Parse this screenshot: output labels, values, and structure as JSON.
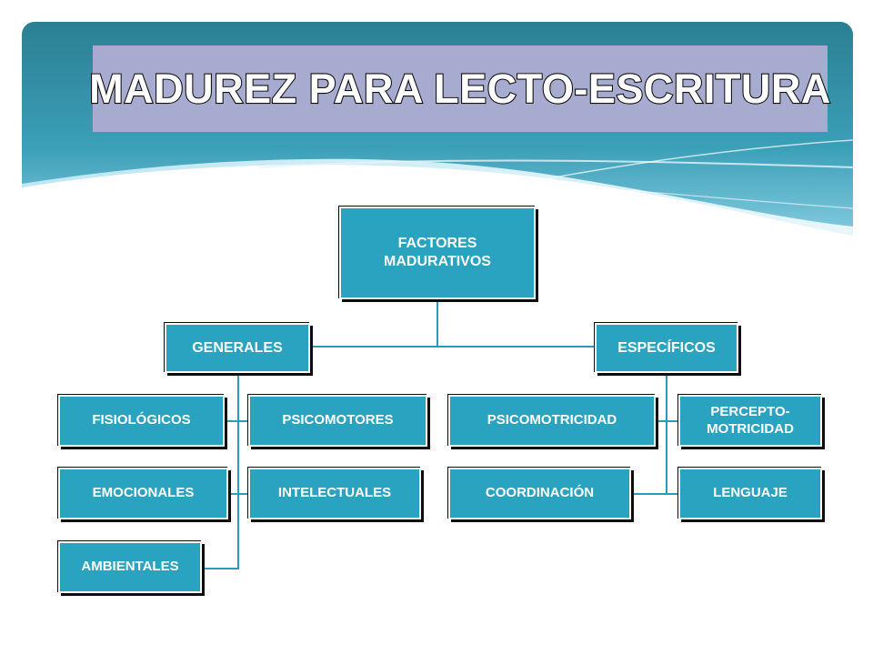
{
  "title": "MADUREZ PARA LECTO-ESCRITURA",
  "colors": {
    "header_gradient_top": "#2b7f93",
    "header_gradient_bottom": "#7fcbe0",
    "title_box": "#a8abd0",
    "node_fill": "#2aa3c0",
    "connector": "#2a9bb8"
  },
  "diagram": {
    "root": {
      "label": "FACTORES MADURATIVOS"
    },
    "branches": [
      {
        "label": "GENERALES",
        "children": [
          "FISIOLÓGICOS",
          "PSICOMOTORES",
          "EMOCIONALES",
          "INTELECTUALES",
          "AMBIENTALES"
        ]
      },
      {
        "label": "ESPECÍFICOS",
        "children": [
          "PSICOMOTRICIDAD",
          "PERCEPTO-MOTRICIDAD",
          "COORDINACIÓN",
          "LENGUAJE"
        ]
      }
    ]
  }
}
